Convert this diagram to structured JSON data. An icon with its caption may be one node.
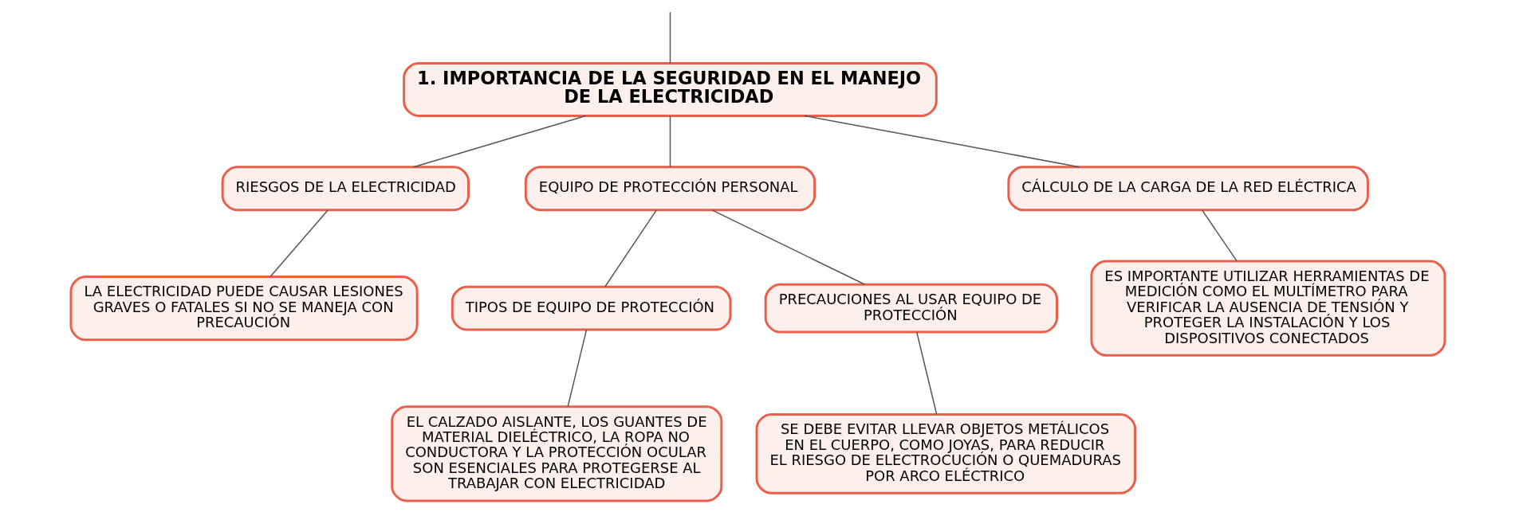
{
  "diagram": {
    "nodes": [
      {
        "text": [
          "1. IMPORTANCIA DE LA SEGURIDAD EN EL MANEJO DE LA ELECTRICIDAD"
        ]
      },
      {
        "text": [
          "RIESGOS DE LA ELECTRICIDAD"
        ]
      },
      {
        "text": [
          "EQUIPO DE PROTECCIÓN PERSONAL"
        ]
      },
      {
        "text": [
          "CÁLCULO DE LA CARGA DE LA RED ELÉCTRICA"
        ]
      },
      {
        "text": [
          "LA ELECTRICIDAD PUEDE CAUSAR LESIONES GRAVES O FATALES SI NO SE MANEJA CON PRECAUCIÓN"
        ]
      },
      {
        "text": [
          "TIPOS DE EQUIPO DE PROTECCIÓN"
        ]
      },
      {
        "text": [
          "PRECAUCIONES AL USAR EQUIPO DE PROTECCIÓN"
        ]
      },
      {
        "text": [
          "ES IMPORTANTE UTILIZAR HERRAMIENTAS DE MEDICIÓN COMO EL MULTÍMETRO PARA VERIFICAR LA AUSENCIA DE TENSIÓN Y PROTEGER LA INSTALACIÓN Y LOS DISPOSITIVOS CONECTADOS"
        ]
      },
      {
        "text": [
          "EL CALZADO AISLANTE, LOS GUANTES DE MATERIAL DIELÉCTRICO, LA ROPA NO CONDUCTORA Y LA PROTECCIÓN OCULAR SON ESENCIALES PARA PROTEGERSE AL TRABAJAR CON ELECTRICIDAD"
        ]
      },
      {
        "text": [
          "SE DEBE EVITAR LLEVAR OBJETOS METÁLICOS EN EL CUERPO, COMO JOYAS, PARA REDUCIR EL RIESGO DE ELECTROCUCIÓN O QUEMADURAS POR ARCO ELÉCTRICO"
        ]
      }
    ],
    "edges": [
      {
        "from": null,
        "to": 0,
        "arrow": "none"
      },
      {
        "from": 0,
        "to": 1,
        "arrow": "none"
      },
      {
        "from": 0,
        "to": 2,
        "arrow": "none"
      },
      {
        "from": 0,
        "to": 3,
        "arrow": "none"
      },
      {
        "from": 1,
        "to": 4,
        "arrow": "none"
      },
      {
        "from": 2,
        "to": 5,
        "arrow": "none"
      },
      {
        "from": 2,
        "to": 6,
        "arrow": "none"
      },
      {
        "from": 3,
        "to": 7,
        "arrow": "none"
      },
      {
        "from": 5,
        "to": 8,
        "arrow": "none"
      },
      {
        "from": 6,
        "to": 9,
        "arrow": "none"
      }
    ]
  }
}
